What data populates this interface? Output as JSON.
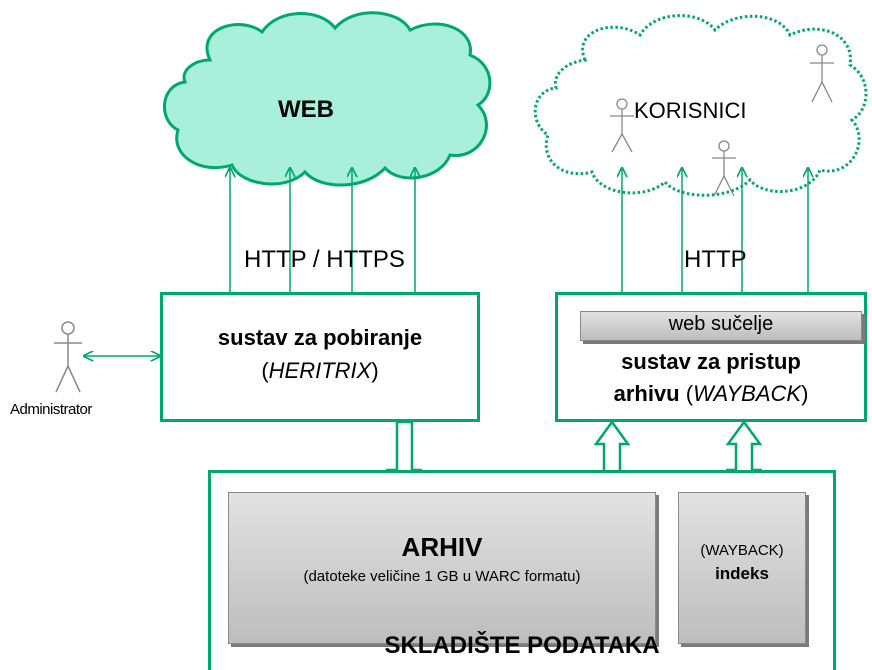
{
  "clouds": {
    "web_label": "WEB",
    "users_label": "KORISNICI"
  },
  "protocols": {
    "left": "HTTP / HTTPS",
    "right": "HTTP"
  },
  "harvester": {
    "title": "sustav za pobiranje",
    "paren_open": "(",
    "name": "HERITRIX",
    "paren_close": ")"
  },
  "access": {
    "web_interface": "web sučelje",
    "title_line1": "sustav za pristup",
    "title_line2_bold": "arhivu",
    "paren_open": " (",
    "name": "WAYBACK",
    "paren_close": ")"
  },
  "admin": {
    "label": "Administrator"
  },
  "storage": {
    "title": "SKLADIŠTE PODATAKA",
    "archive_title": "ARHIV",
    "archive_subtitle": "(datoteke veličine 1 GB u WARC formatu)",
    "index_line1": "(WAYBACK)",
    "index_line2": "indeks"
  },
  "colors": {
    "accent_green": "#00a86b",
    "cloud_web_fill": "#a8f0dc",
    "cloud_users_fill": "#ffffff",
    "gray_box": "#c8c8c8"
  }
}
